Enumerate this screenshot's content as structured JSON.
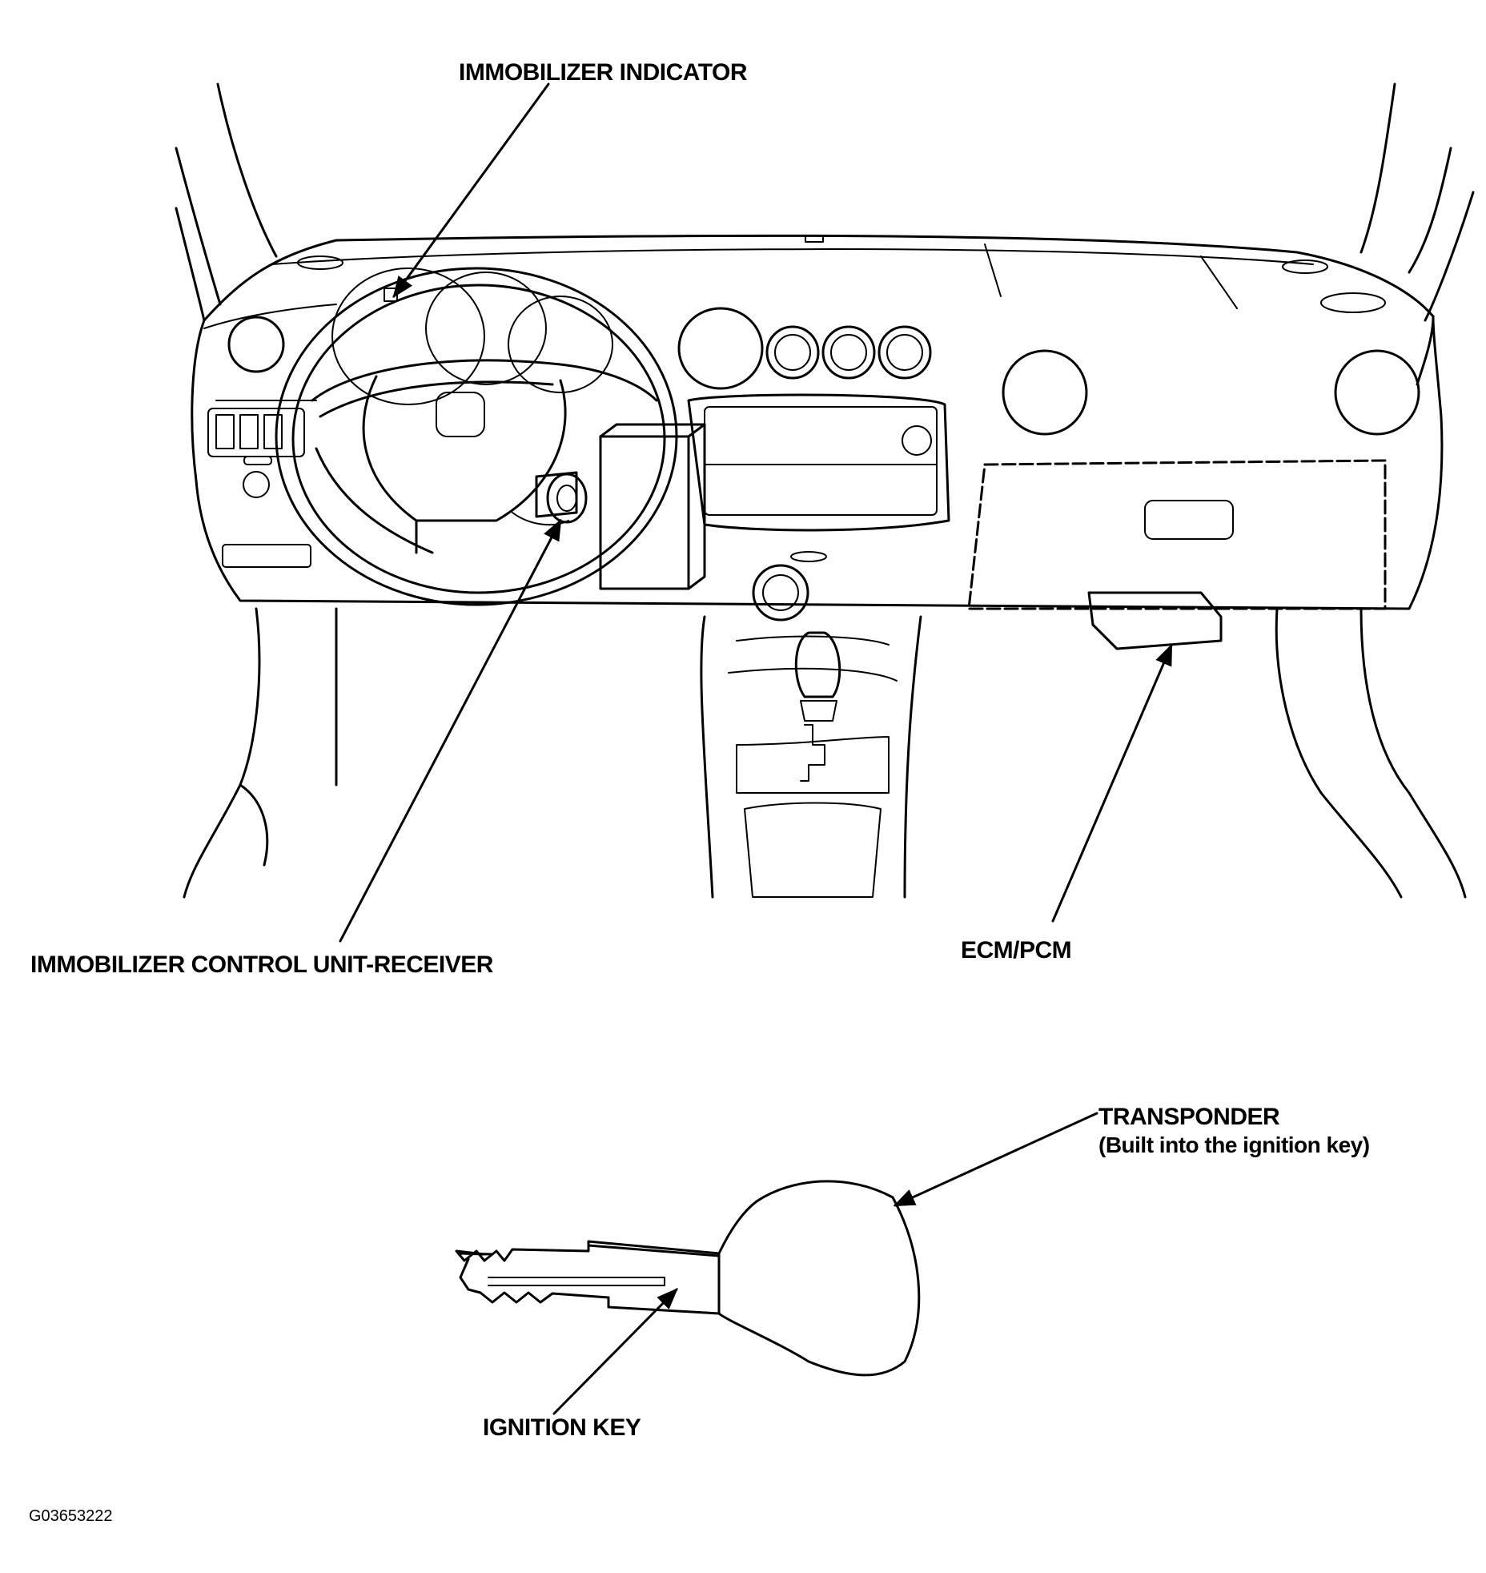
{
  "labels": {
    "immobilizer_indicator": "IMMOBILIZER INDICATOR",
    "control_unit_receiver": "IMMOBILIZER CONTROL UNIT-RECEIVER",
    "ecm_pcm": "ECM/PCM",
    "transponder": "TRANSPONDER",
    "transponder_note": "(Built into the ignition key)",
    "ignition_key": "IGNITION KEY"
  },
  "figure_code": "G03653222",
  "colors": {
    "ink": "#000000",
    "paper": "#ffffff"
  }
}
